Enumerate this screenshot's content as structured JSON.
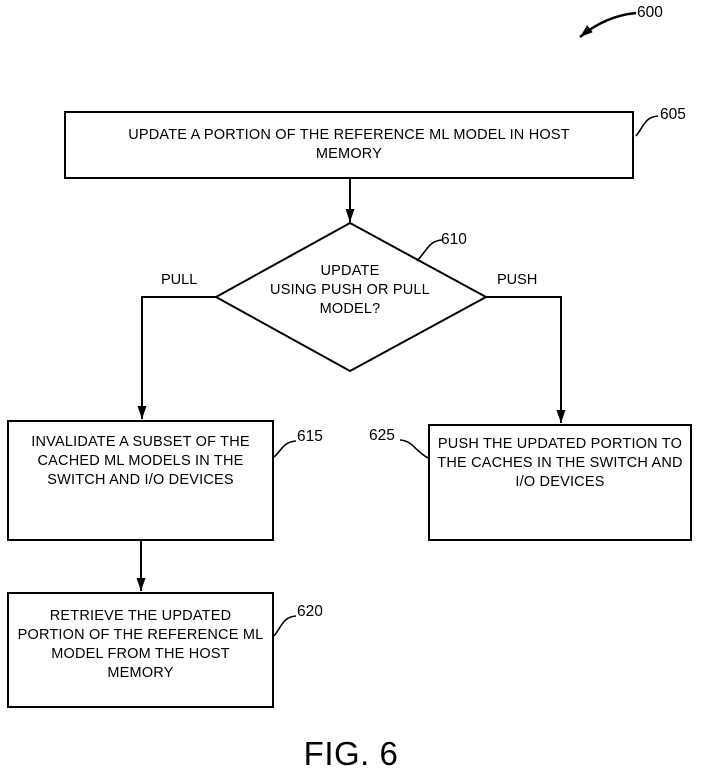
{
  "figure": {
    "reference_number": "600",
    "caption": "FIG. 6"
  },
  "flowchart": {
    "start": {
      "ref": "605",
      "type": "process",
      "lines": [
        "UPDATE A PORTION OF THE REFERENCE ML MODEL IN HOST",
        "MEMORY"
      ]
    },
    "decision": {
      "ref": "610",
      "type": "decision",
      "lines": [
        "UPDATE",
        "USING PUSH OR PULL",
        "MODEL?"
      ]
    },
    "branch_labels": {
      "left": "PULL",
      "right": "PUSH"
    },
    "pull_invalidate": {
      "ref": "615",
      "type": "process",
      "lines": [
        "INVALIDATE A SUBSET OF THE",
        "CACHED ML MODELS IN THE",
        "SWITCH AND I/O DEVICES"
      ]
    },
    "pull_retrieve": {
      "ref": "620",
      "type": "process",
      "lines": [
        "RETRIEVE THE UPDATED",
        "PORTION OF THE REFERENCE ML",
        "MODEL FROM THE HOST",
        "MEMORY"
      ]
    },
    "push_update": {
      "ref": "625",
      "type": "process",
      "lines": [
        "PUSH THE UPDATED PORTION TO",
        "THE CACHES IN THE SWITCH AND",
        "I/O DEVICES"
      ]
    }
  },
  "colors": {
    "line": "#000000",
    "text": "#000000",
    "background": "#ffffff"
  }
}
